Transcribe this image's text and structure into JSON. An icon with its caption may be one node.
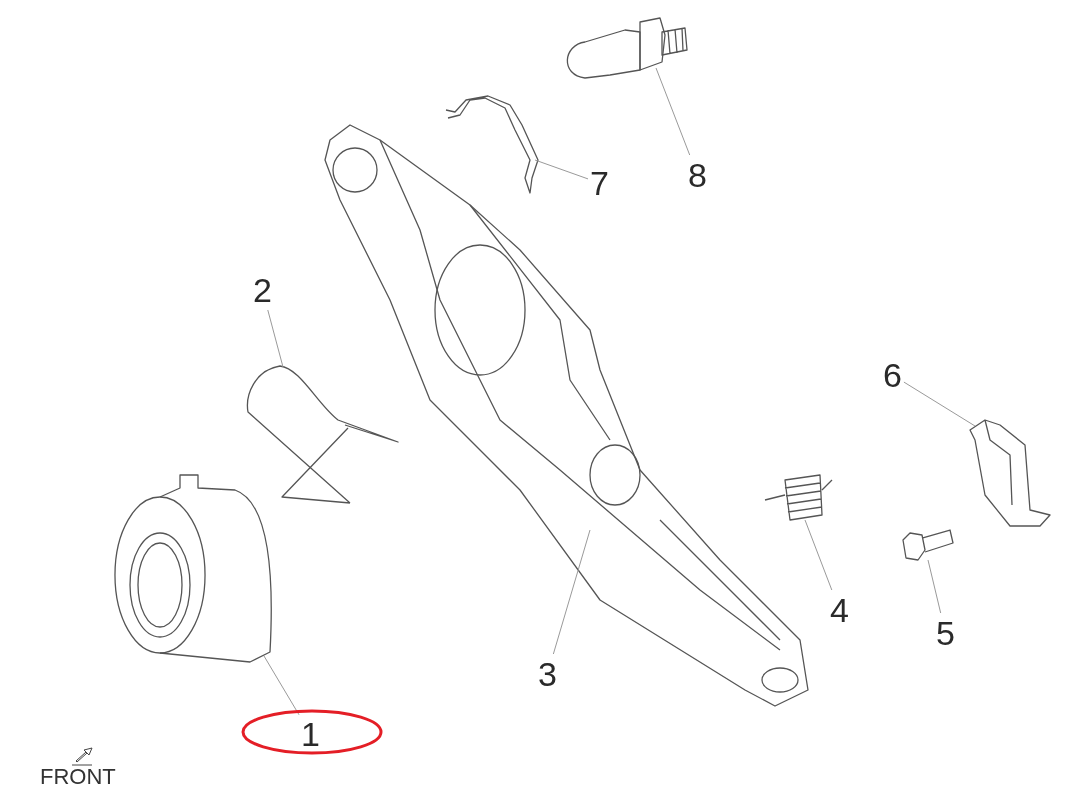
{
  "diagram": {
    "nodes": [
      {
        "text": [
          "1"
        ]
      },
      {
        "text": [
          "2"
        ]
      },
      {
        "text": [
          "3"
        ]
      },
      {
        "text": [
          "4"
        ]
      },
      {
        "text": [
          "5"
        ]
      },
      {
        "text": [
          "6"
        ]
      },
      {
        "text": [
          "7"
        ]
      },
      {
        "text": [
          "8"
        ]
      },
      {
        "text": [],
        "shape": "picture"
      },
      {
        "text": [],
        "shape": "picture"
      },
      {
        "text": [],
        "shape": "picture"
      },
      {
        "text": [],
        "shape": "picture"
      },
      {
        "text": [],
        "shape": "picture"
      },
      {
        "text": [],
        "shape": "picture"
      },
      {
        "text": [],
        "shape": "picture"
      },
      {
        "text": [],
        "shape": "picture"
      }
    ],
    "edges": [
      {
        "from": 0,
        "to": 8,
        "arrow": "none"
      },
      {
        "from": 1,
        "to": 9,
        "arrow": "none"
      },
      {
        "from": 2,
        "to": 10,
        "arrow": "none"
      },
      {
        "from": 3,
        "to": 11,
        "arrow": "none"
      },
      {
        "from": 4,
        "to": 12,
        "arrow": "none"
      },
      {
        "from": 5,
        "to": 13,
        "arrow": "none"
      },
      {
        "from": 6,
        "to": 14,
        "arrow": "none"
      },
      {
        "from": 7,
        "to": 15,
        "arrow": "none"
      }
    ],
    "labels": [
      "FRONT"
    ]
  }
}
